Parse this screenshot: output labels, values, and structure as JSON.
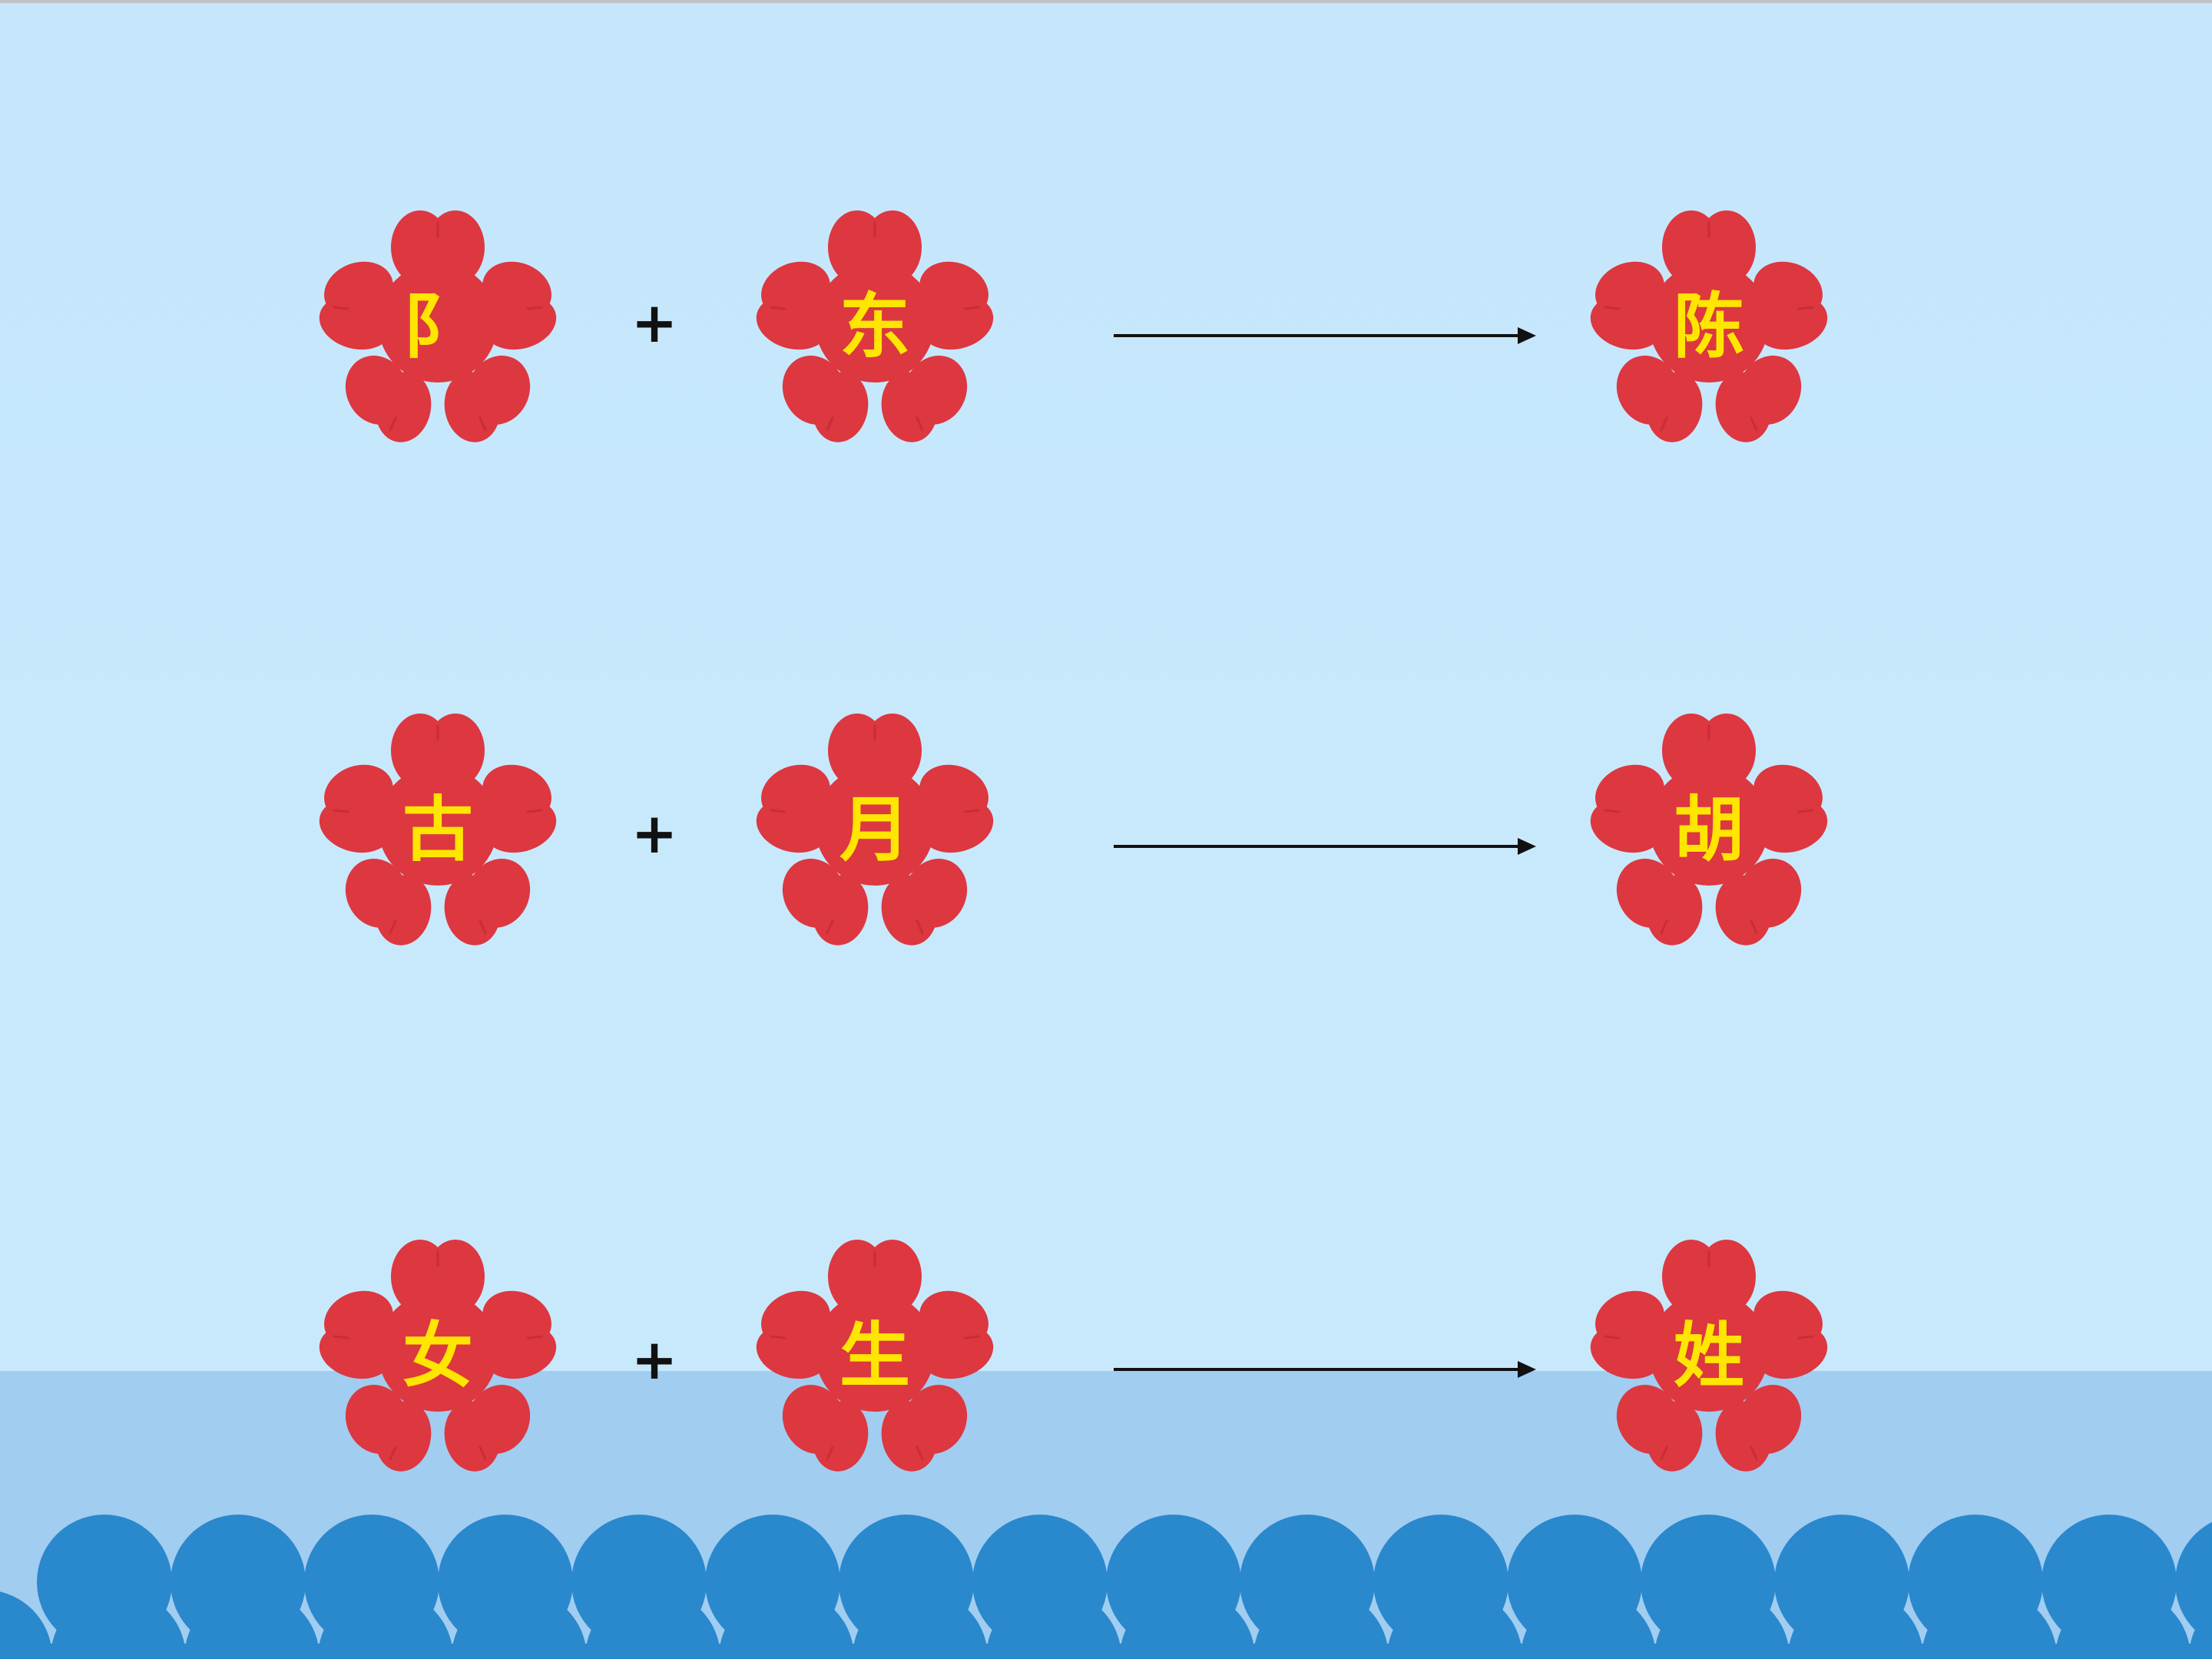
{
  "colors": {
    "background": "#c8e9fc",
    "water": "#a1cdf1",
    "wave": "#2a88cd",
    "flower": "#dd3740",
    "glyph": "#ffe600",
    "arrow": "#111111"
  },
  "icons": {
    "flower": "flower-icon",
    "arrow": "right-arrow-icon",
    "wave": "wave-icon"
  },
  "equations": [
    {
      "part1": "阝",
      "operator": "+",
      "part2": "东",
      "result": "陈"
    },
    {
      "part1": "古",
      "operator": "+",
      "part2": "月",
      "result": "胡"
    },
    {
      "part1": "女",
      "operator": "+",
      "part2": "生",
      "result": "姓"
    }
  ]
}
